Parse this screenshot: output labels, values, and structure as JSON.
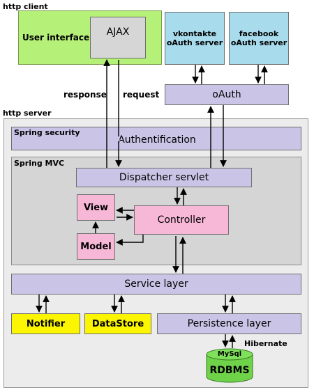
{
  "http_client": {
    "label": "http client",
    "user_interface": "User interface",
    "ajax": "AJAX"
  },
  "oauth_servers": {
    "vkontakte": "vkontakte\noAuth server",
    "facebook": "facebook\noAuth server"
  },
  "oauth_label": "oAuth",
  "edge_labels": {
    "response": "response",
    "request": "request",
    "hibernate": "Hibernate"
  },
  "http_server": {
    "label": "http server",
    "spring_security": "Spring security",
    "authentification": "Authentification",
    "spring_mvc": "Spring MVC",
    "dispatcher_servlet": "Dispatcher servlet",
    "view": "View",
    "controller": "Controller",
    "model": "Model",
    "service_layer": "Service layer",
    "notifier": "Notifier",
    "datastore": "DataStore",
    "persistence_layer": "Persistence layer",
    "db_top": "MySql",
    "db_bottom": "RDBMS"
  },
  "colors": {
    "client_bg": "#b5f078",
    "server_bg": "#ececec",
    "mvc_bg": "#d5d5d5",
    "layer": "#cac4e6",
    "mvc_component": "#f7b8d8",
    "service": "#fbf500",
    "external": "#a8dced",
    "database": "#6fd34a"
  }
}
